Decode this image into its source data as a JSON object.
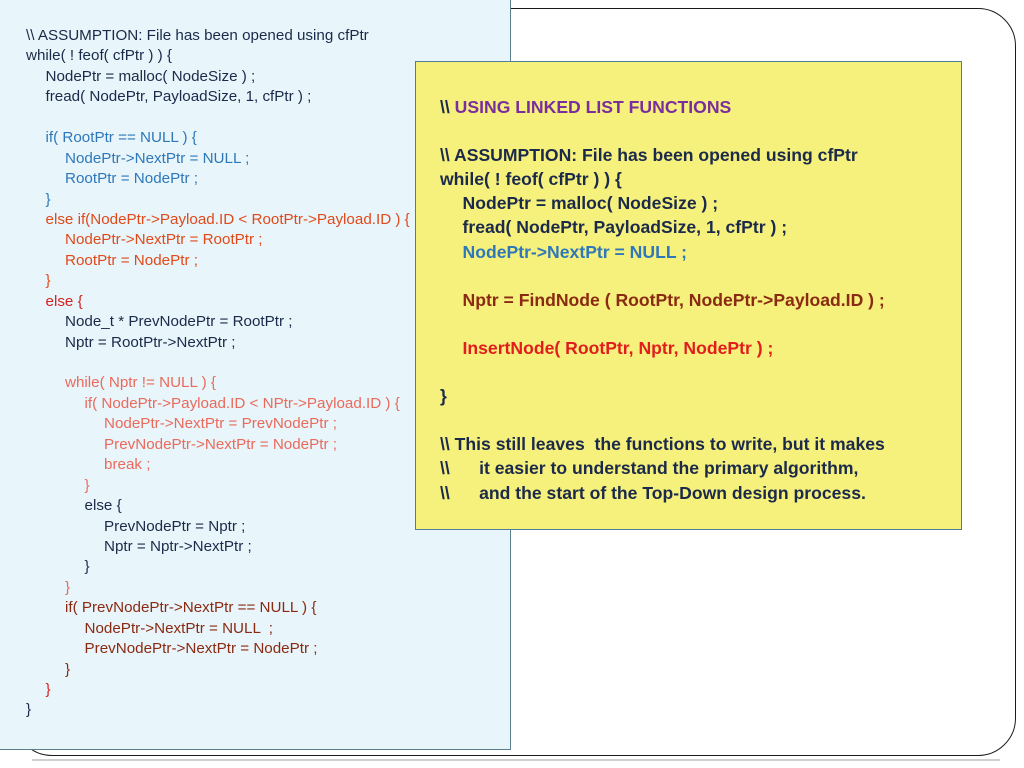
{
  "code_panel": {
    "lines": [
      {
        "text": "\\\\ ASSUMPTION: File has been opened using cfPtr",
        "indent": 0,
        "color": "navy"
      },
      {
        "text": "while( ! feof( cfPtr ) ) {",
        "indent": 0,
        "color": "navy"
      },
      {
        "text": "NodePtr = malloc( NodeSize ) ;",
        "indent": 1,
        "color": "navy"
      },
      {
        "text": "fread( NodePtr, PayloadSize, 1, cfPtr ) ;",
        "indent": 1,
        "color": "navy"
      },
      {
        "text": "",
        "indent": 0,
        "color": "navy"
      },
      {
        "text": "if( RootPtr == NULL ) {",
        "indent": 1,
        "color": "blue"
      },
      {
        "text": "NodePtr->NextPtr = NULL ;",
        "indent": 2,
        "color": "blue"
      },
      {
        "text": "RootPtr = NodePtr ;",
        "indent": 2,
        "color": "blue"
      },
      {
        "text": "}",
        "indent": 1,
        "color": "blue"
      },
      {
        "text": "else if(NodePtr->Payload.ID < RootPtr->Payload.ID ) {",
        "indent": 1,
        "color": "orange"
      },
      {
        "text": "NodePtr->NextPtr = RootPtr ;",
        "indent": 2,
        "color": "orange"
      },
      {
        "text": "RootPtr = NodePtr ;",
        "indent": 2,
        "color": "orange"
      },
      {
        "text": "}",
        "indent": 1,
        "color": "orange"
      },
      {
        "text": "else {",
        "indent": 1,
        "color": "red"
      },
      {
        "text": "Node_t * PrevNodePtr = RootPtr ;",
        "indent": 2,
        "color": "navy"
      },
      {
        "text": "Nptr = RootPtr->NextPtr ;",
        "indent": 2,
        "color": "navy"
      },
      {
        "text": "",
        "indent": 0,
        "color": "navy"
      },
      {
        "text": "while( Nptr != NULL ) {",
        "indent": 2,
        "color": "pink"
      },
      {
        "text": "if( NodePtr->Payload.ID < NPtr->Payload.ID ) {",
        "indent": 3,
        "color": "pink"
      },
      {
        "text": "NodePtr->NextPtr = PrevNodePtr ;",
        "indent": 4,
        "color": "pink"
      },
      {
        "text": "PrevNodePtr->NextPtr = NodePtr ;",
        "indent": 4,
        "color": "pink"
      },
      {
        "text": "break ;",
        "indent": 4,
        "color": "pink"
      },
      {
        "text": "}",
        "indent": 3,
        "color": "pink"
      },
      {
        "text": "else {",
        "indent": 3,
        "color": "navy"
      },
      {
        "text": "PrevNodePtr = Nptr ;",
        "indent": 4,
        "color": "navy"
      },
      {
        "text": "Nptr = Nptr->NextPtr ;",
        "indent": 4,
        "color": "navy"
      },
      {
        "text": "}",
        "indent": 3,
        "color": "navy"
      },
      {
        "text": "}",
        "indent": 2,
        "color": "pink"
      },
      {
        "text": "if( PrevNodePtr->NextPtr == NULL ) {",
        "indent": 2,
        "color": "brown"
      },
      {
        "text": "NodePtr->NextPtr = NULL  ;",
        "indent": 3,
        "color": "brown"
      },
      {
        "text": "PrevNodePtr->NextPtr = NodePtr ;",
        "indent": 3,
        "color": "brown"
      },
      {
        "text": "}",
        "indent": 2,
        "color": "brown"
      },
      {
        "text": "}",
        "indent": 1,
        "color": "red"
      },
      {
        "text": "}",
        "indent": 0,
        "color": "navy"
      }
    ]
  },
  "note_box": {
    "lines": [
      {
        "segments": [
          {
            "text": "\\\\ ",
            "color": "navy"
          },
          {
            "text": "USING LINKED LIST FUNCTIONS",
            "color": "purple"
          }
        ],
        "indent": 0
      },
      {
        "segments": [],
        "indent": 0
      },
      {
        "segments": [
          {
            "text": "\\\\ ASSUMPTION: File has been opened using cfPtr",
            "color": "navy"
          }
        ],
        "indent": 0
      },
      {
        "segments": [
          {
            "text": "while( ! feof( cfPtr ) ) {",
            "color": "navy"
          }
        ],
        "indent": 0
      },
      {
        "segments": [
          {
            "text": "NodePtr = malloc( NodeSize ) ;",
            "color": "navy"
          }
        ],
        "indent": 1
      },
      {
        "segments": [
          {
            "text": "fread( NodePtr, PayloadSize, 1, cfPtr ) ;",
            "color": "navy"
          }
        ],
        "indent": 1
      },
      {
        "segments": [
          {
            "text": "NodePtr->NextPtr = NULL ;",
            "color": "blue"
          }
        ],
        "indent": 1
      },
      {
        "segments": [],
        "indent": 0
      },
      {
        "segments": [
          {
            "text": "Nptr = FindNode ( RootPtr, NodePtr->Payload.ID ) ;",
            "color": "brown"
          }
        ],
        "indent": 1
      },
      {
        "segments": [],
        "indent": 0
      },
      {
        "segments": [
          {
            "text": "InsertNode( RootPtr, Nptr, NodePtr ) ;",
            "color": "red"
          }
        ],
        "indent": 1
      },
      {
        "segments": [],
        "indent": 0
      },
      {
        "segments": [
          {
            "text": "}",
            "color": "navy"
          }
        ],
        "indent": 0
      },
      {
        "segments": [],
        "indent": 0
      },
      {
        "segments": [
          {
            "text": "\\\\ This still leaves  the functions to write, but it makes",
            "color": "navy"
          }
        ],
        "indent": 0
      },
      {
        "segments": [
          {
            "text": "\\\\      it easier to understand the primary algorithm,",
            "color": "navy"
          }
        ],
        "indent": 0
      },
      {
        "segments": [
          {
            "text": "\\\\      and the start of the Top-Down design process.",
            "color": "navy"
          }
        ],
        "indent": 0
      }
    ]
  },
  "colors": {
    "code_panel_bg": "#e8f5fa",
    "note_box_bg": "#f6f07c",
    "navy": "#1b2a4a",
    "blue": "#2e78ba",
    "orange": "#e04a1a",
    "red": "#d8201f",
    "pink": "#ea6a5c",
    "brown": "#8a2a12",
    "purple": "#7a2d9c"
  }
}
